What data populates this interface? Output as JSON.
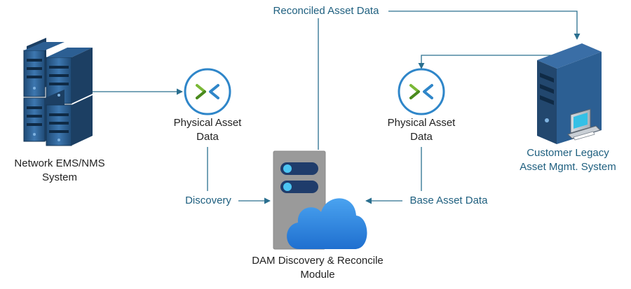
{
  "diagram": {
    "nodes": {
      "network": {
        "line1": "Network EMS/NMS",
        "line2": "System",
        "icon": "server-rack-icon"
      },
      "physical_left": {
        "line1": "Physical Asset",
        "line2": "Data",
        "icon": "collapse-arrows-icon"
      },
      "physical_right": {
        "line1": "Physical Asset",
        "line2": "Data",
        "icon": "collapse-arrows-icon"
      },
      "dam": {
        "line1": "DAM Discovery & Reconcile",
        "line2": "Module",
        "icon": "cloud-server-icon"
      },
      "legacy": {
        "line1": "Customer Legacy",
        "line2": "Asset Mgmt. System",
        "icon": "tower-computer-icon"
      }
    },
    "edges": {
      "reconciled": "Reconciled Asset Data",
      "discovery": "Discovery",
      "base": "Base Asset Data"
    },
    "colors": {
      "connector": "#2a6f8f",
      "label_text": "#1e5f7f",
      "server_blue": "#2a5a8c",
      "cloud_blue": "#2f7fd6",
      "arrow_green": "#7ab836"
    }
  }
}
